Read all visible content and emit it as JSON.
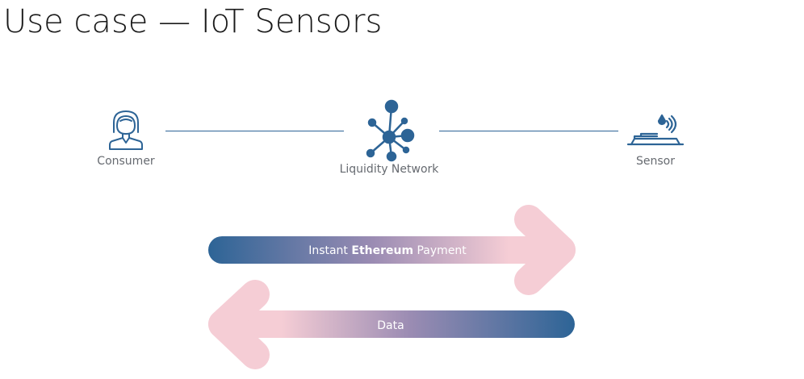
{
  "title": "Use case — IoT Sensors",
  "nodes": {
    "consumer": {
      "label": "Consumer",
      "icon": "person-icon"
    },
    "network": {
      "label": "Liquidity Network",
      "icon": "network-hub-icon"
    },
    "sensor": {
      "label": "Sensor",
      "icon": "wireless-sensor-icon"
    }
  },
  "arrows": {
    "payment": {
      "prefix": "Instant ",
      "bold": "Ethereum",
      "suffix": " Payment",
      "direction": "right"
    },
    "data": {
      "label": "Data",
      "direction": "left"
    }
  },
  "colors": {
    "primary_blue": "#2d6496",
    "arrow_pink": "#f5cdd5",
    "label_gray": "#666a70",
    "title_text": "#1a1a1a"
  }
}
